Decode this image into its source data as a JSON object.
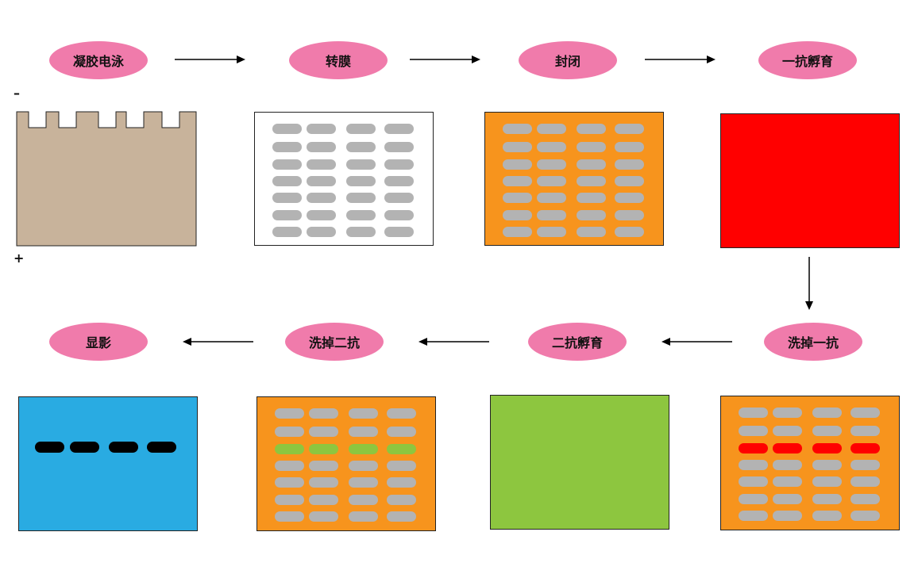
{
  "steps": [
    "凝胶电泳",
    "转膜",
    "封闭",
    "一抗孵育",
    "洗掉一抗",
    "二抗孵育",
    "洗掉二抗",
    "显影"
  ],
  "polarity": {
    "negative": "–",
    "positive": "+"
  },
  "colors": {
    "label_bg": "#f07bab",
    "gel": "#c8b39b",
    "membrane_orange": "#f7941d",
    "band_gray": "#b3b3b3",
    "primary_red": "#ff0000",
    "secondary_green": "#8dc63f",
    "develop_blue": "#29abe2",
    "band_black": "#000000"
  }
}
